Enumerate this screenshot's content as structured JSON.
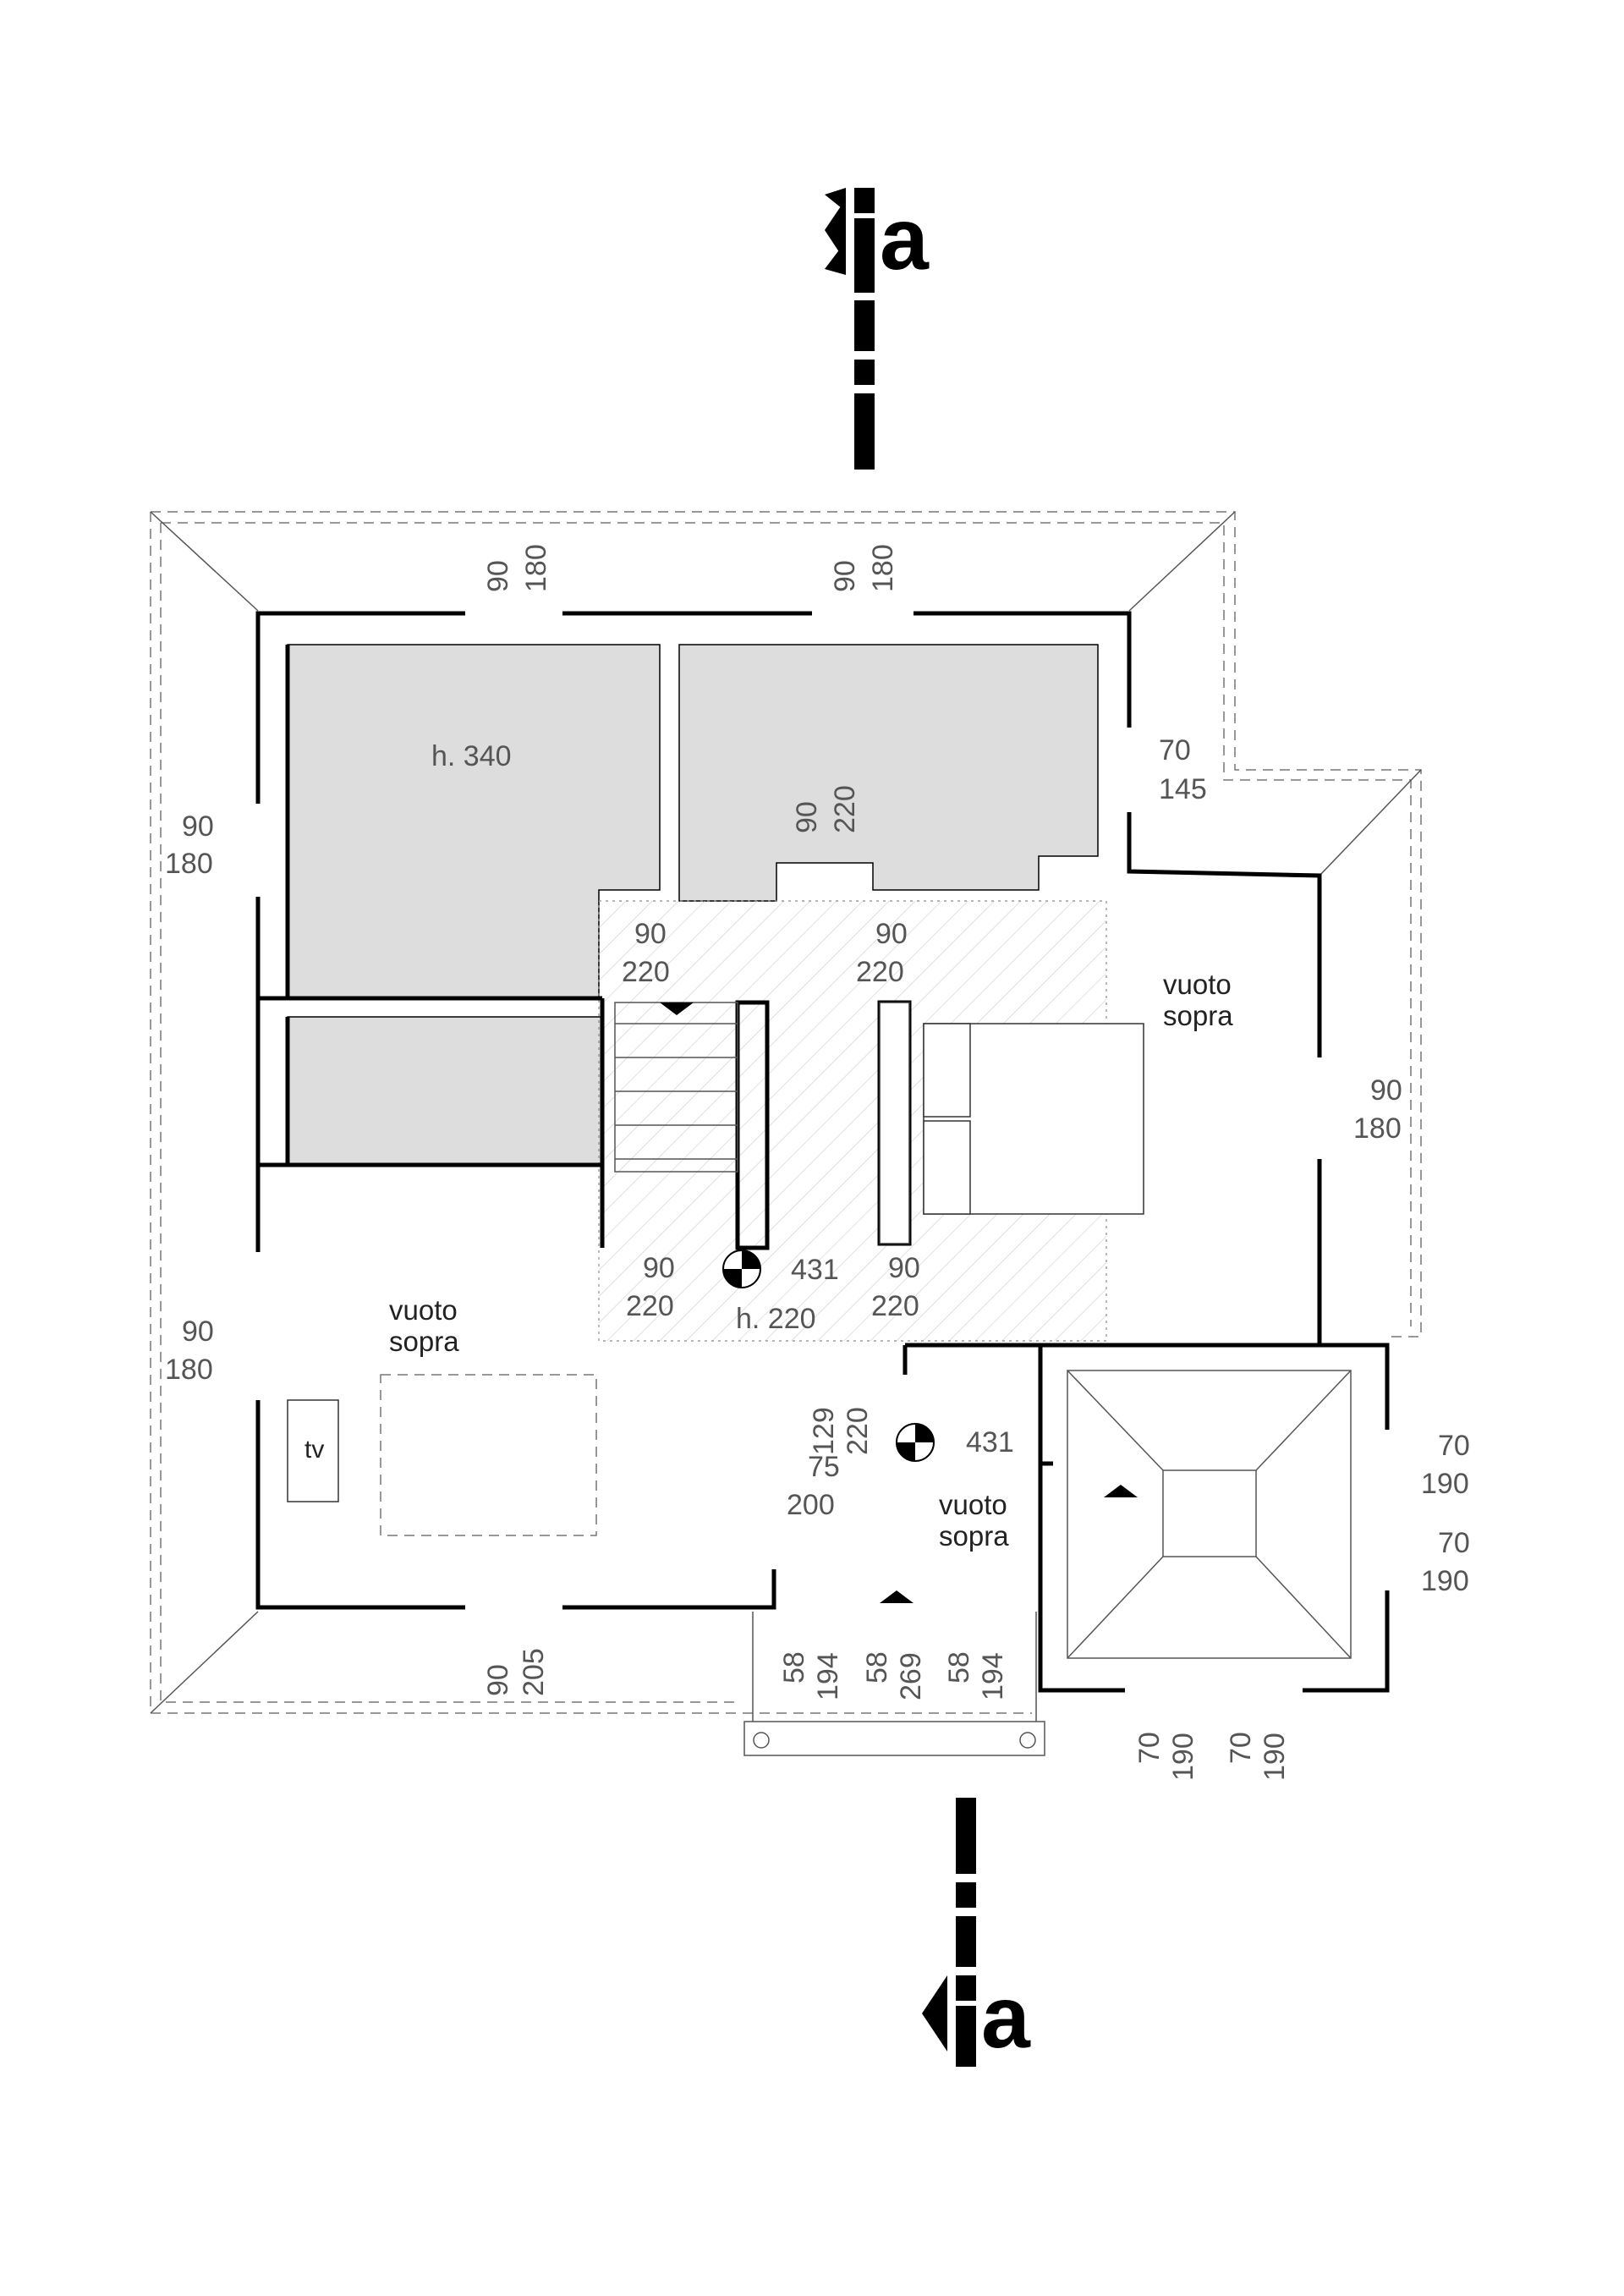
{
  "section_marker": {
    "letter": "a"
  },
  "openings": {
    "top_left": {
      "w": "90",
      "h": "180"
    },
    "top_mid": {
      "w": "90",
      "h": "180"
    },
    "right_bath": {
      "w": "70",
      "h": "145"
    },
    "left_upper": {
      "w": "90",
      "h": "180"
    },
    "door_a": {
      "w": "90",
      "h": "220"
    },
    "door_b": {
      "w": "90",
      "h": "220"
    },
    "door_c": {
      "w": "90",
      "h": "220"
    },
    "door_d": {
      "w": "90",
      "h": "220"
    },
    "door_e": {
      "w": "90",
      "h": "220"
    },
    "door_f": {
      "w": "129",
      "h": "220"
    },
    "door_g": {
      "w": "75",
      "h": "200"
    },
    "right_bed": {
      "w": "90",
      "h": "180"
    },
    "left_lower": {
      "w": "90",
      "h": "180"
    },
    "stair_r1": {
      "w": "70",
      "h": "190"
    },
    "stair_r2": {
      "w": "70",
      "h": "190"
    },
    "bottom_bed": {
      "w": "90",
      "h": "205"
    },
    "b1": {
      "w": "58",
      "h": "194"
    },
    "b2": {
      "w": "58",
      "h": "269"
    },
    "b3": {
      "w": "58",
      "h": "194"
    },
    "stair_b1": {
      "w": "70",
      "h": "190"
    },
    "stair_b2": {
      "w": "70",
      "h": "190"
    }
  },
  "labels": {
    "height_top": "h. 340",
    "height_mid": "h. 220",
    "level_a": "431",
    "level_b": "431",
    "void_right": [
      "vuoto",
      "sopra"
    ],
    "void_left": [
      "vuoto",
      "sopra"
    ],
    "void_bottom": [
      "vuoto",
      "sopra"
    ],
    "tv": "tv"
  }
}
